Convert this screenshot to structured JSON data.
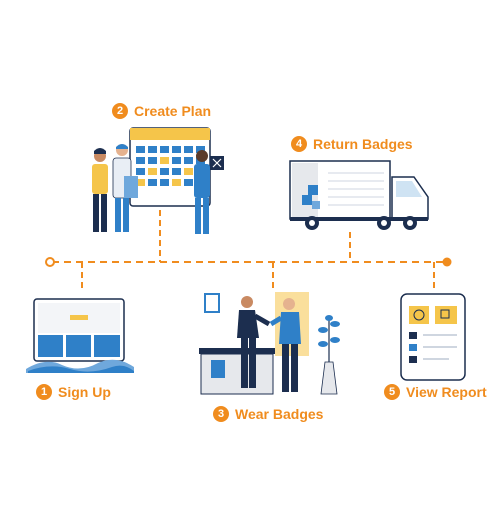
{
  "colors": {
    "accent": "#F08C1E",
    "navy": "#1C2E4F",
    "blue": "#2F80C8",
    "light_blue": "#CFE3F3",
    "yellow": "#F5C54A",
    "gray": "#E6E8EC"
  },
  "steps": [
    {
      "number": "1",
      "label": "Sign Up",
      "icon": "laptop-signup-icon"
    },
    {
      "number": "2",
      "label": "Create Plan",
      "icon": "calendar-planning-icon"
    },
    {
      "number": "3",
      "label": "Wear Badges",
      "icon": "handshake-office-icon"
    },
    {
      "number": "4",
      "label": "Return Badges",
      "icon": "delivery-truck-icon"
    },
    {
      "number": "5",
      "label": "View Report",
      "icon": "tablet-report-icon"
    }
  ]
}
